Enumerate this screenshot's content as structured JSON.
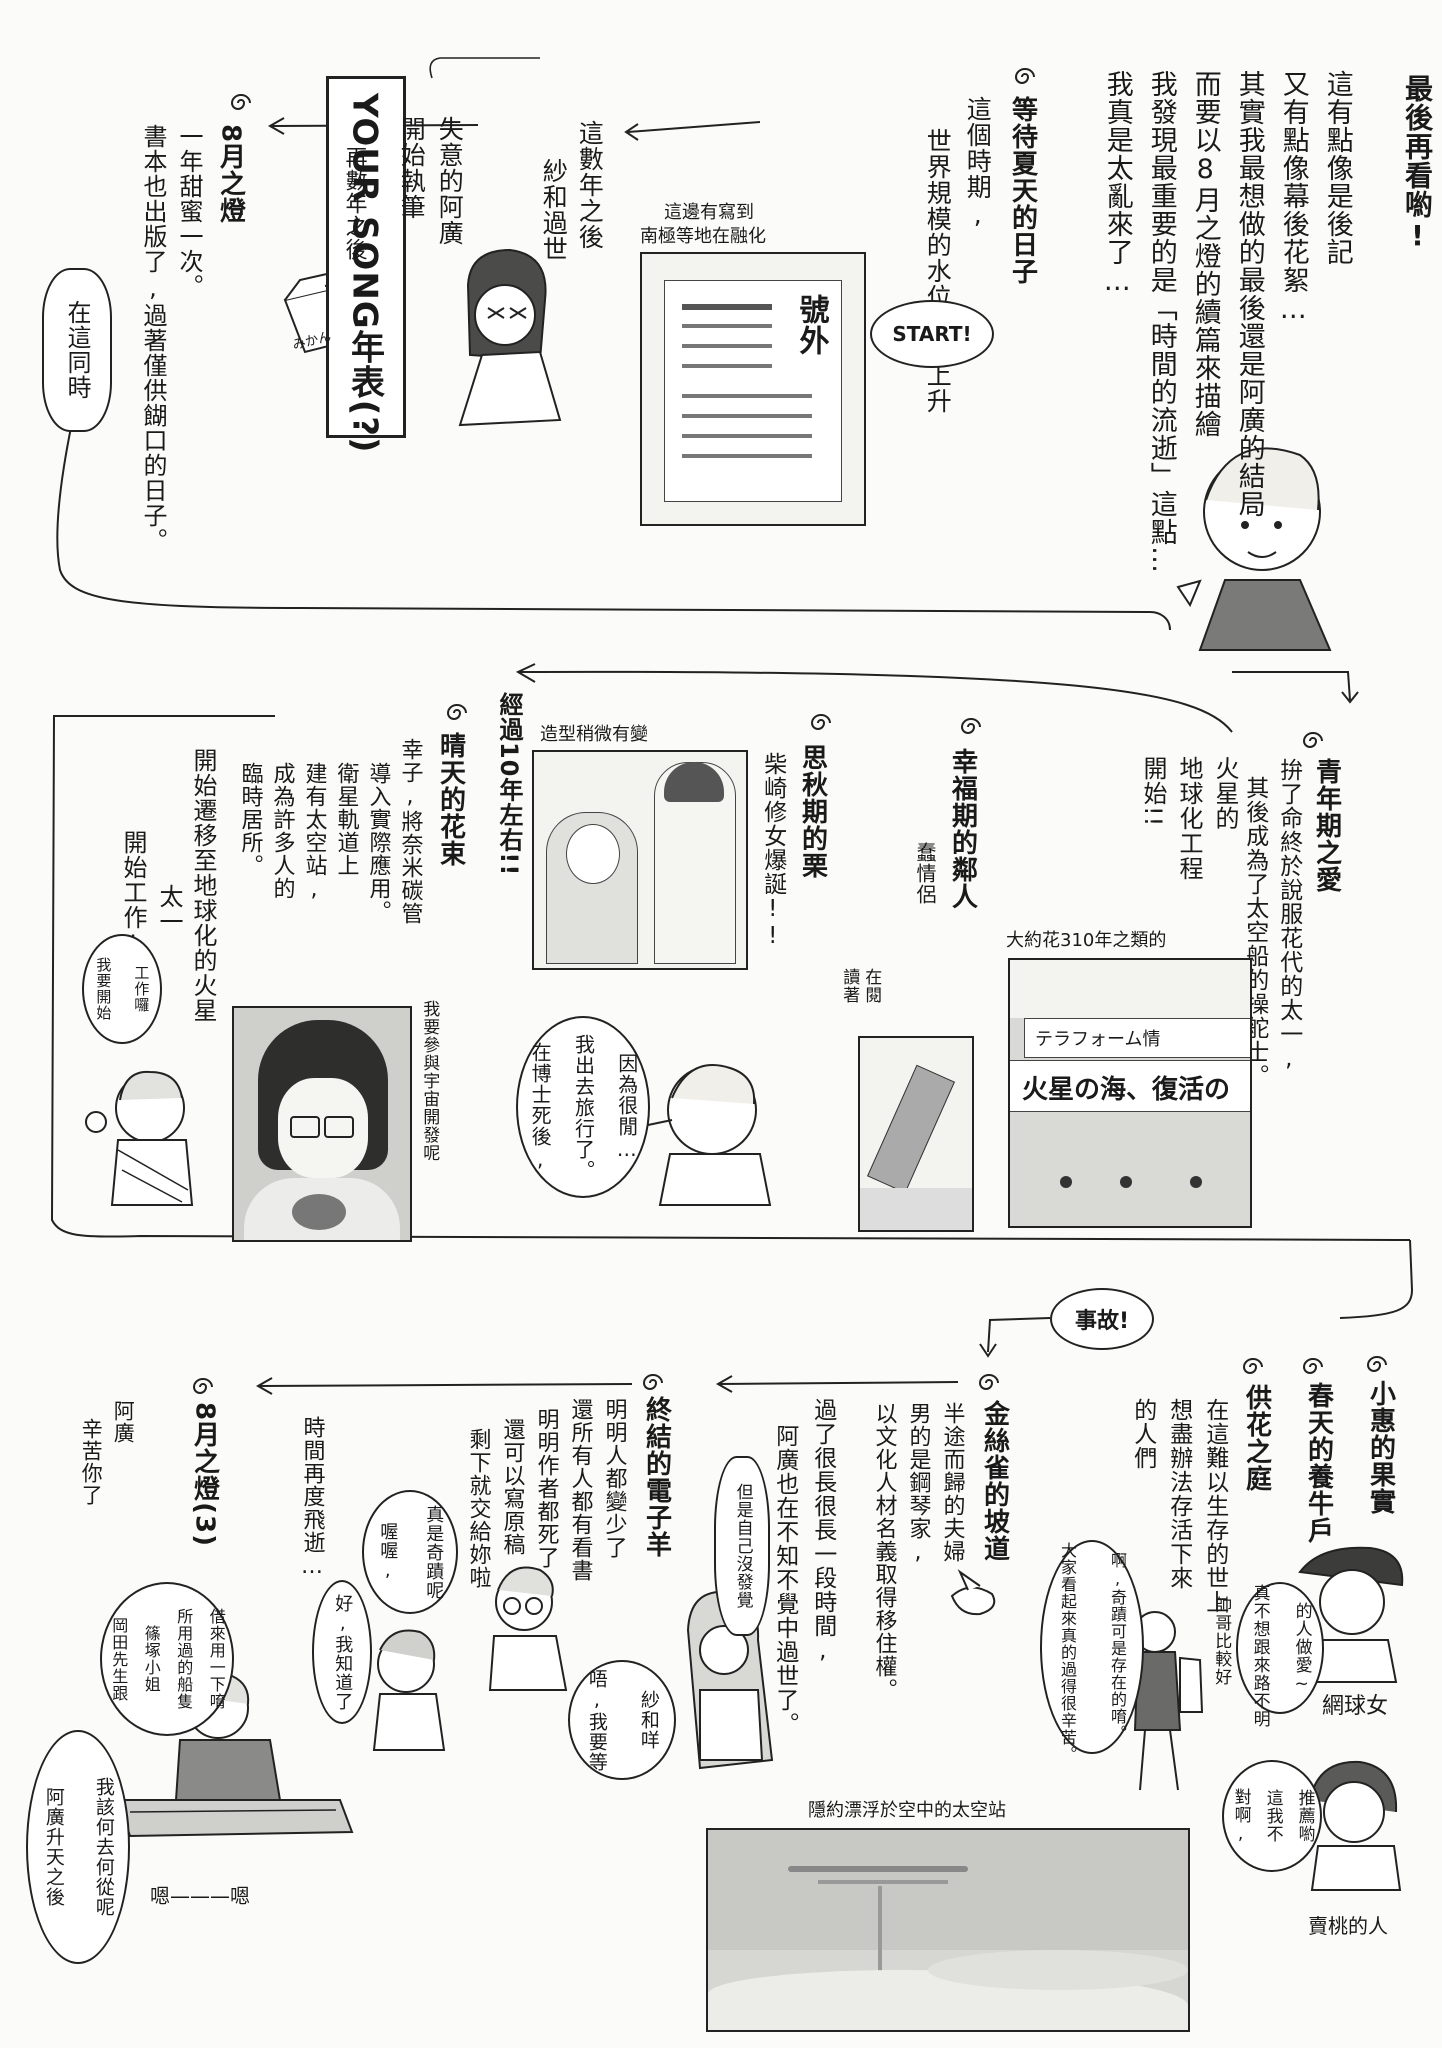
{
  "header": {
    "title_box": "YOUR SONG年表(?)",
    "intro_right": "最後再看喲!",
    "intro_lines": [
      "這有點像是後記",
      "又有點像幕後花絮…",
      "其實我最想做的最後還是阿廣的結局",
      "而要以8月之燈的續篇來描繪",
      "我發現最重要的是「時間的流逝」這點…",
      "我真是太亂來了…"
    ]
  },
  "row1": {
    "e1_title": "等待夏天的日子",
    "e1_lines": [
      "這個時期,",
      "世界規模的水位開始上升"
    ],
    "start_bubble": "START!",
    "newspaper_caption": [
      "這邊有寫到",
      "南極等地在融化"
    ],
    "news_headline": "號外",
    "e2_lines": [
      "這數年之後",
      "紗和過世"
    ],
    "e3_lines": [
      "失意的阿廣",
      "開始執筆"
    ],
    "arrow_label": "再數年之後",
    "box_label": "みかん",
    "e4_title": "8月之燈",
    "e4_lines": [
      "一年甜蜜一次。",
      "書本也出版了,過著僅供餬口的日子。"
    ],
    "meanwhile_bubble": "在這同時"
  },
  "row2": {
    "a_title": "青年期之愛",
    "a_lines": [
      "拚了命終於說服花代的太一,",
      "其後成為了太空船的操舵士。"
    ],
    "mars_lines": [
      "火星的",
      "地球化工程",
      "開始!!"
    ],
    "mars_caption": "大約花310年之類的",
    "mars_sign_1": "テラフォーム情",
    "mars_sign_2": "火星の海、復活の",
    "b_title": "幸福期的鄰人",
    "b_sub": "蠢情侶",
    "reading_caption": [
      "在閱",
      "讀著"
    ],
    "c_title": "思秋期的栗",
    "c_lines": [
      "柴崎修女爆誕!!"
    ],
    "doctor_caption": "造型稍微有變",
    "doctor_bubble": [
      "在博士死後,",
      "我出去旅行了。",
      "因為很閒…"
    ],
    "decade": "經過10年左右!!",
    "d_title": "晴天的花束",
    "d_lines": [
      "幸子,將奈米碳管",
      "導入實際應用。",
      "衛星軌道上",
      "建有太空站,",
      "成為許多人的",
      "臨時居所。"
    ],
    "glasses_caption": "我要參與宇宙開發呢",
    "taichi_lines": [
      "開始遷移至地球化的火星",
      "太一",
      "開始工作!!"
    ],
    "work_bubble": [
      "我要開始",
      "工作囉"
    ]
  },
  "row3": {
    "accident": "事故!",
    "f_title": "小惠的果實",
    "f_caption": "網球女",
    "f_bubble": [
      "真不想跟來路不明",
      "的人做愛~"
    ],
    "f_bubble2": "帥哥比較好",
    "g_title": "春天的養牛戶",
    "h_title": "供花之庭",
    "h_lines": [
      "在這難以生存的世上",
      "想盡辦法存活下來",
      "的人們"
    ],
    "peach_caption": "賣桃的人",
    "peach_bubble": [
      "對啊,",
      "這我不",
      "推薦喲"
    ],
    "walker_bubble": [
      "大家看起來真的過得很辛苦。",
      "啊,奇蹟可是存在的唷。"
    ],
    "i_title": "金絲雀的坡道",
    "i_lines": [
      "半途而歸的夫婦",
      "男的是鋼琴家,",
      "以文化人材名義取得移住權。"
    ],
    "passing": [
      "過了很長很長一段時間,",
      "阿廣也在不知不覺中過世了。"
    ],
    "passing_bubble": "但是自己沒發覺",
    "waiting_bubble": [
      "唔,我要等",
      "紗和咩"
    ],
    "j_title": "終結的電子羊",
    "j_lines": [
      "明明人都變少了",
      "還所有人都有看書",
      "明明作者都死了",
      "還可以寫原稿",
      "剩下就交給妳啦"
    ],
    "miracle_bubble": [
      "喔喔,",
      "真是奇蹟呢"
    ],
    "know_bubble": "好,我知道了",
    "flow_again": "時間再度飛逝…",
    "k_title": "8月之燈(3)",
    "k_lines": [
      "阿廣",
      "辛苦你了"
    ],
    "boat_bubble": [
      "岡田先生跟",
      "篠塚小姐",
      "所用過的船隻",
      "借來用一下唷"
    ],
    "after_bubble": [
      "阿廣升天之後",
      "我該何去何從呢"
    ],
    "sound_effect": "嗯———嗯",
    "station_caption": "隱約漂浮於空中的太空站"
  }
}
